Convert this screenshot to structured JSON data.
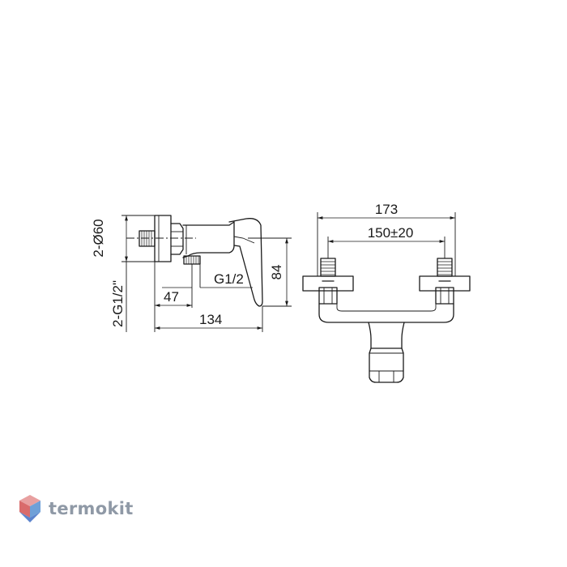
{
  "dimensions": {
    "side_height_label": "2-Ø60",
    "side_thread_label": "2-G1/2\"",
    "outlet_label": "G1/2",
    "offset_label": "47",
    "depth_label": "134",
    "height_label": "84",
    "overall_width_label": "173",
    "centers_label": "150±20"
  },
  "brand": {
    "name": "termokit",
    "colors": {
      "top": "#e8a0a0",
      "left": "#d96b6b",
      "right": "#6fa0d8",
      "bottom": "#3f6fc4",
      "text": "#8f99a6"
    }
  }
}
